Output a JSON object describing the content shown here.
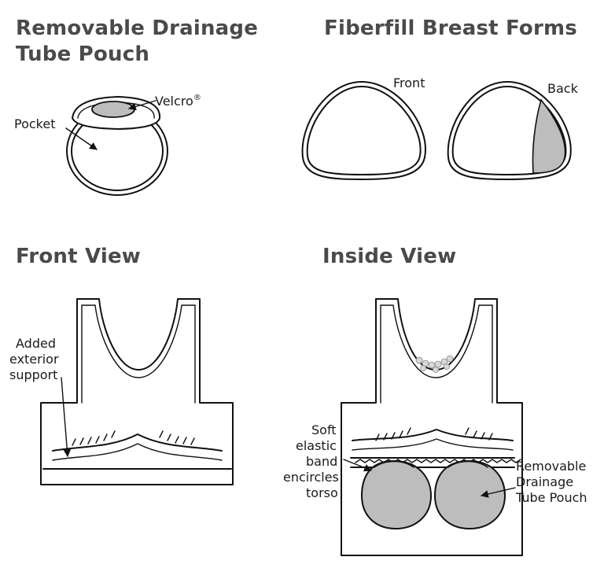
{
  "headings": {
    "pouch": "Removable Drainage",
    "pouch_line2": "Tube Pouch",
    "forms": "Fiberfill Breast Forms",
    "front_view": "Front View",
    "inside_view": "Inside View"
  },
  "labels": {
    "velcro": "Velcro",
    "velcro_mark": "®",
    "pocket": "Pocket",
    "front": "Front",
    "back": "Back",
    "support_1": "Added",
    "support_2": "exterior",
    "support_3": "support",
    "band_1": "Soft",
    "band_2": "elastic",
    "band_3": "band",
    "band_4": "encircles",
    "band_5": "torso",
    "pouch_1": "Removable",
    "pouch_2": "Drainage",
    "pouch_3": "Tube Pouch"
  },
  "colors": {
    "ink": "#111111",
    "fill_gray": "#bdbdbd",
    "heading": "#4a4a4a"
  }
}
